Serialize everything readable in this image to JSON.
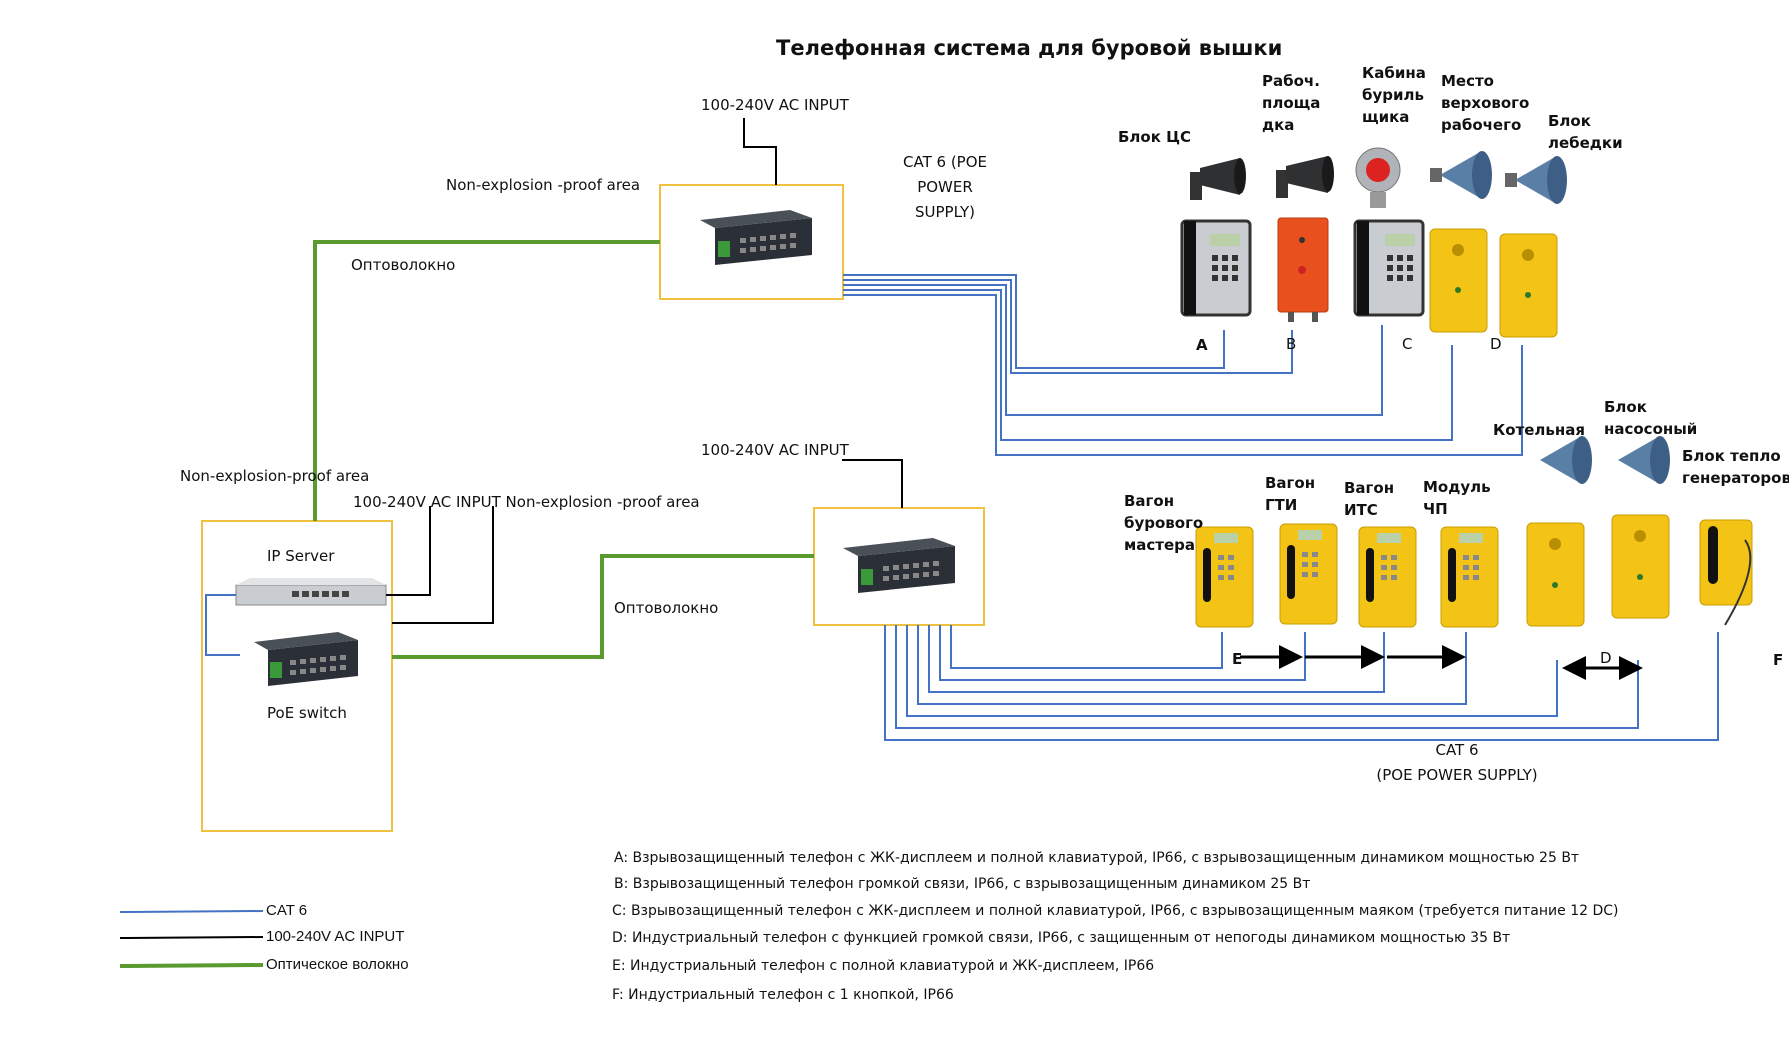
{
  "title": "Телефонная система для буровой вышки",
  "power_inputs": {
    "top": "100-240V  AC INPUT",
    "middle": "100-240V  AC INPUT",
    "left": "100-240V  AC INPUT  Non-explosion -proof area"
  },
  "areas": {
    "top_switch": "Non-explosion -proof area",
    "server": "Non-explosion-proof area"
  },
  "fiber_labels": {
    "top": "Оптоволокно",
    "bottom": "Оптоволокно"
  },
  "cat6_top": [
    "CAT 6 (POE",
    "POWER",
    "SUPPLY)"
  ],
  "cat6_bottom": [
    "CAT 6",
    "(POE POWER SUPPLY)"
  ],
  "server_box": {
    "ip_server": "IP Server",
    "poe_switch": "PoE switch"
  },
  "top_row_locations": [
    {
      "id": "loc-cs",
      "text": "Блок ЦС"
    },
    {
      "id": "loc-work",
      "text": "Рабоч. площа дка"
    },
    {
      "id": "loc-cabin",
      "text": "Кабина буриль щика"
    },
    {
      "id": "loc-top",
      "text": "Место верхового рабочего"
    },
    {
      "id": "loc-winch",
      "text": "Блок лебедки"
    }
  ],
  "bottom_row_locations": [
    {
      "id": "loc-master",
      "text": "Вагон бурового мастера"
    },
    {
      "id": "loc-gti",
      "text": "Вагон ГТИ"
    },
    {
      "id": "loc-its",
      "text": "Вагон ИТС"
    },
    {
      "id": "loc-chp",
      "text": "Модуль ЧП"
    },
    {
      "id": "loc-boiler",
      "text": "Котельная"
    },
    {
      "id": "loc-pump",
      "text": "Блок насосоный"
    },
    {
      "id": "loc-heat",
      "text": "Блок тепло генераторов"
    }
  ],
  "device_letters_top": [
    "A",
    "B",
    "C",
    "D"
  ],
  "device_letters_bottom": [
    "E",
    "D",
    "F"
  ],
  "definitions": [
    "A: Взрывозащищенный телефон с ЖК-дисплеем и полной клавиатурой, IP66, с взрывозащищенным динамиком мощностью 25 Вт",
    "B:  Взрывозащищенный телефон громкой связи, IP66, с взрывозащищенным динамиком 25 Вт",
    "C: Взрывозащищенный телефон с ЖК-дисплеем и полной клавиатурой, IP66, с взрывозащищенным маяком (требуется питание 12 DC)",
    "D: Индустриальный телефон с функцией громкой связи, IP66, с защищенным от непогоды динамиком мощностью 35 Вт",
    "E: Индустриальный  телефон с полной клавиатурой и ЖК-дисплеем, IP66",
    "F: Индустриальный  телефон с 1 кнопкой, IP66"
  ],
  "legend": [
    {
      "label": "CAT 6",
      "color": "#4472c4"
    },
    {
      "label": "100-240V  AC INPUT",
      "color": "#000000"
    },
    {
      "label": "Оптическое волокно",
      "color": "#5a9a2f"
    }
  ],
  "colors": {
    "cat6": "#4472c4",
    "power": "#000000",
    "fiber": "#5a9a2f",
    "frame": "#f0c040",
    "phone_yellow": "#f3c316",
    "phone_orange": "#e8501e"
  }
}
